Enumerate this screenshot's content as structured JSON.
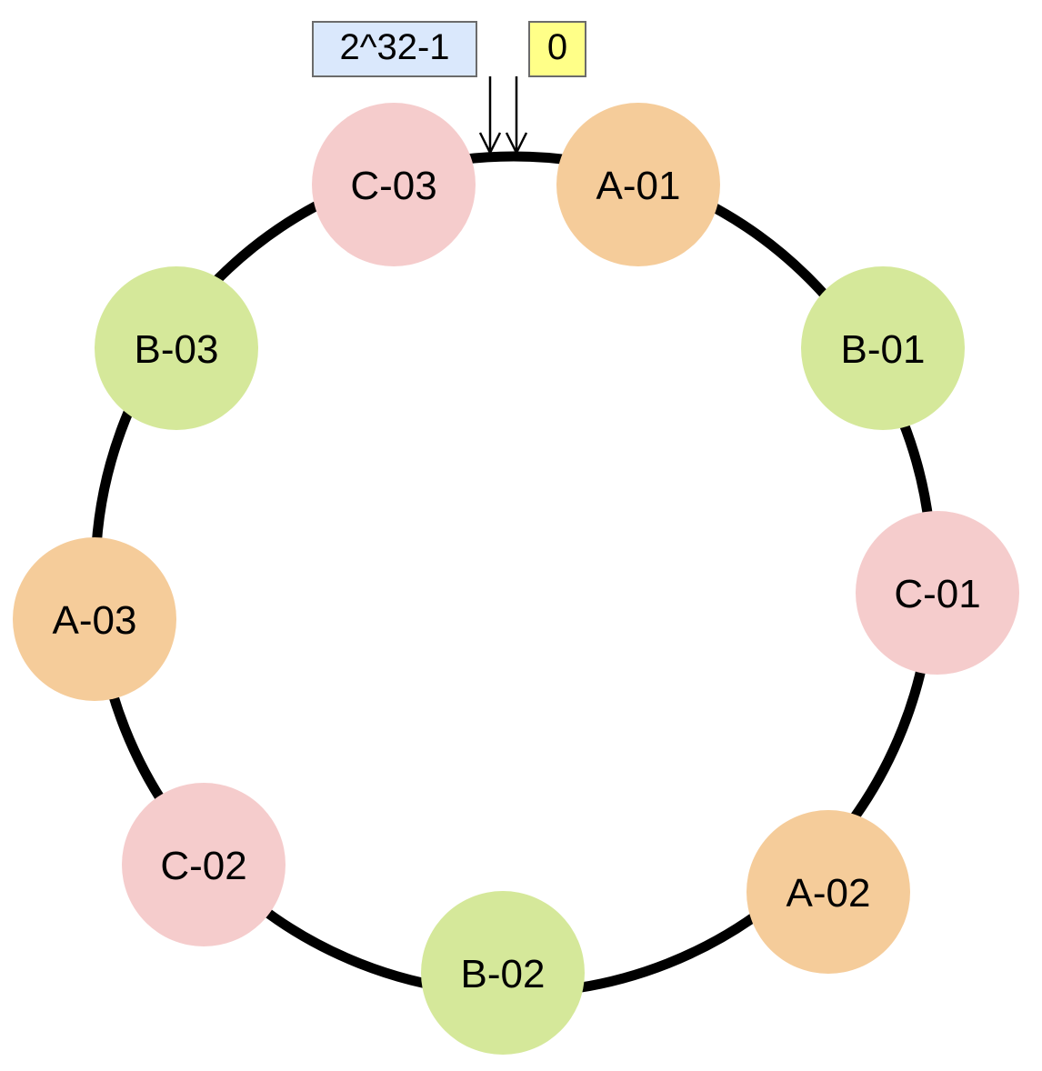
{
  "markers": {
    "max": {
      "label": "2^32-1",
      "color": "#dae8fc"
    },
    "zero": {
      "label": "0",
      "color": "#ffff88"
    }
  },
  "nodes": [
    {
      "id": "A-01",
      "label": "A-01",
      "group": "A",
      "color": "#f5cc9a"
    },
    {
      "id": "B-01",
      "label": "B-01",
      "group": "B",
      "color": "#d5e89a"
    },
    {
      "id": "C-01",
      "label": "C-01",
      "group": "C",
      "color": "#f5cccc"
    },
    {
      "id": "A-02",
      "label": "A-02",
      "group": "A",
      "color": "#f5cc9a"
    },
    {
      "id": "B-02",
      "label": "B-02",
      "group": "B",
      "color": "#d5e89a"
    },
    {
      "id": "C-02",
      "label": "C-02",
      "group": "C",
      "color": "#f5cccc"
    },
    {
      "id": "A-03",
      "label": "A-03",
      "group": "A",
      "color": "#f5cc9a"
    },
    {
      "id": "B-03",
      "label": "B-03",
      "group": "B",
      "color": "#d5e89a"
    },
    {
      "id": "C-03",
      "label": "C-03",
      "group": "C",
      "color": "#f5cccc"
    }
  ],
  "ring": {
    "color": "#000000"
  }
}
